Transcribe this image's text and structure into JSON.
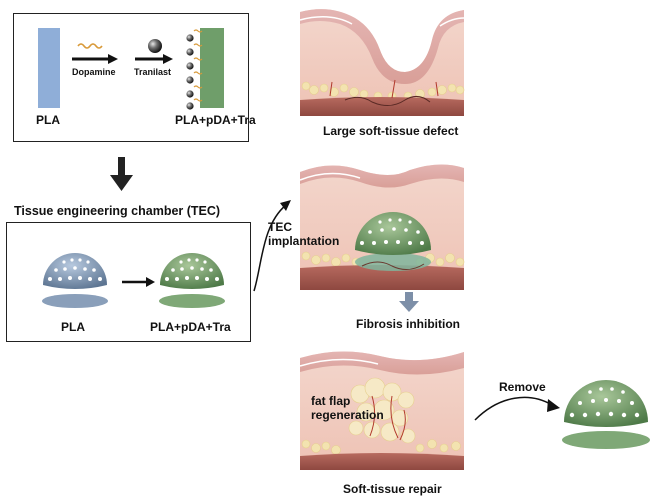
{
  "top_box": {
    "strip_left_label": "PLA",
    "strip_right_label": "PLA+pDA+Tra",
    "arrow1_label": "Dopamine",
    "arrow2_label": "Tranilast"
  },
  "tec": {
    "title": "Tissue engineering chamber (TEC)",
    "left_label": "PLA",
    "right_label": "PLA+pDA+Tra"
  },
  "panels": {
    "defect_caption": "Large soft-tissue defect",
    "implant_label": "TEC\nimplantation",
    "fibrosis_caption": "Fibrosis inhibition",
    "regen_label": "fat flap\nregeneration",
    "remove_label": "Remove",
    "repair_caption": "Soft-tissue repair"
  },
  "colors": {
    "pla_blue": "#8faed8",
    "coated_green": "#6f9e6a",
    "skin_pink": "#dca7a6",
    "fat_yellow": "#f3e3b0",
    "muscle_red": "#a8574f",
    "fibrosis_arrow": "#7d8fa8"
  }
}
